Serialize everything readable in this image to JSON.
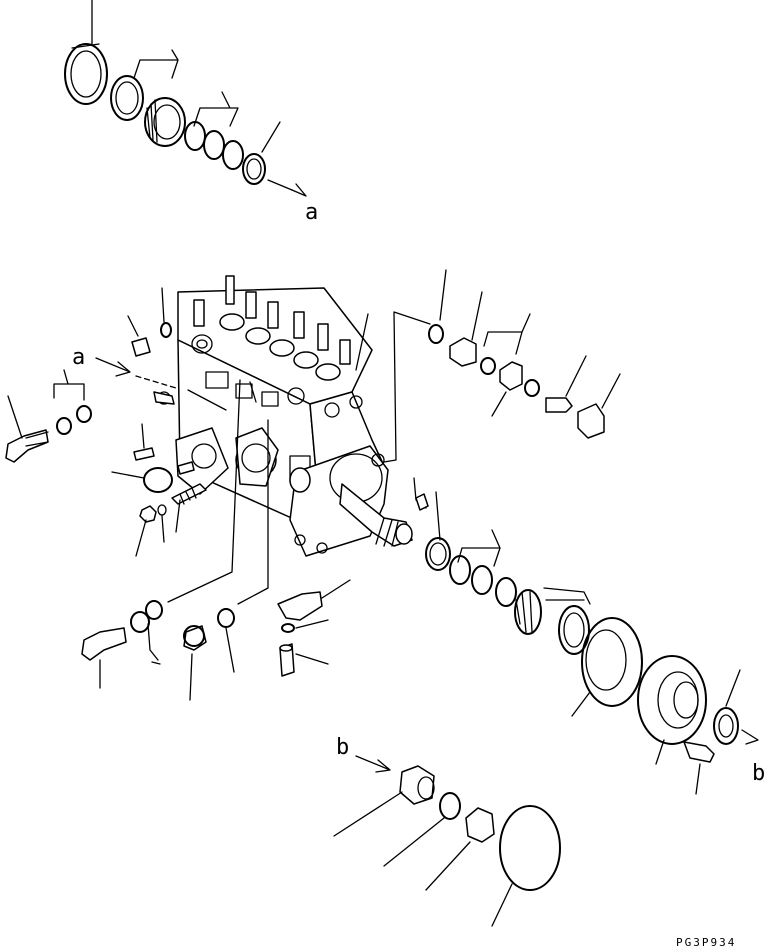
{
  "ref_labels": {
    "a_top": "a",
    "a_left": "a",
    "b_left": "b",
    "b_right": "b"
  },
  "drawing_code": "PG3P934",
  "colors": {
    "line": "#000000",
    "background": "#ffffff"
  }
}
